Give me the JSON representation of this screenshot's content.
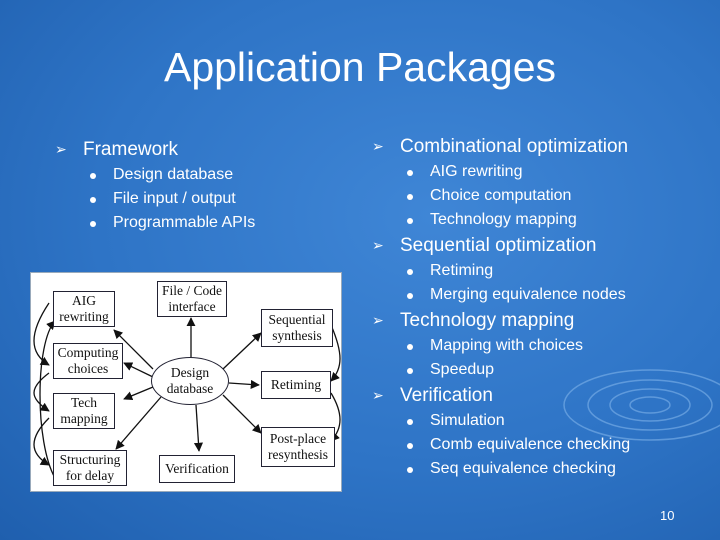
{
  "slide": {
    "title": "Application Packages",
    "page_number": "10"
  },
  "left_column": [
    {
      "label": "Framework",
      "items": [
        "Design database",
        "File input / output",
        "Programmable APIs"
      ]
    }
  ],
  "right_column": [
    {
      "label": "Combinational optimization",
      "items": [
        "AIG rewriting",
        "Choice computation",
        "Technology mapping"
      ]
    },
    {
      "label": "Sequential optimization",
      "items": [
        "Retiming",
        "Merging equivalence nodes"
      ]
    },
    {
      "label": "Technology mapping",
      "items": [
        "Mapping with choices",
        "Speedup"
      ]
    },
    {
      "label": "Verification",
      "items": [
        "Simulation",
        "Comb equivalence checking",
        "Seq equivalence checking"
      ]
    }
  ],
  "diagram": {
    "hub": [
      "Design",
      "database"
    ],
    "aig": [
      "AIG",
      "rewriting"
    ],
    "computing": [
      "Computing",
      "choices"
    ],
    "tech": [
      "Tech",
      "mapping"
    ],
    "structuring": [
      "Structuring",
      "for delay"
    ],
    "file": [
      "File / Code",
      "interface"
    ],
    "sequential": [
      "Sequential",
      "synthesis"
    ],
    "retiming": [
      "Retiming"
    ],
    "postplace": [
      "Post-place",
      "resynthesis"
    ],
    "verification": [
      "Verification"
    ]
  },
  "colors": {
    "background": "#2e74c6",
    "text": "#ffffff"
  }
}
